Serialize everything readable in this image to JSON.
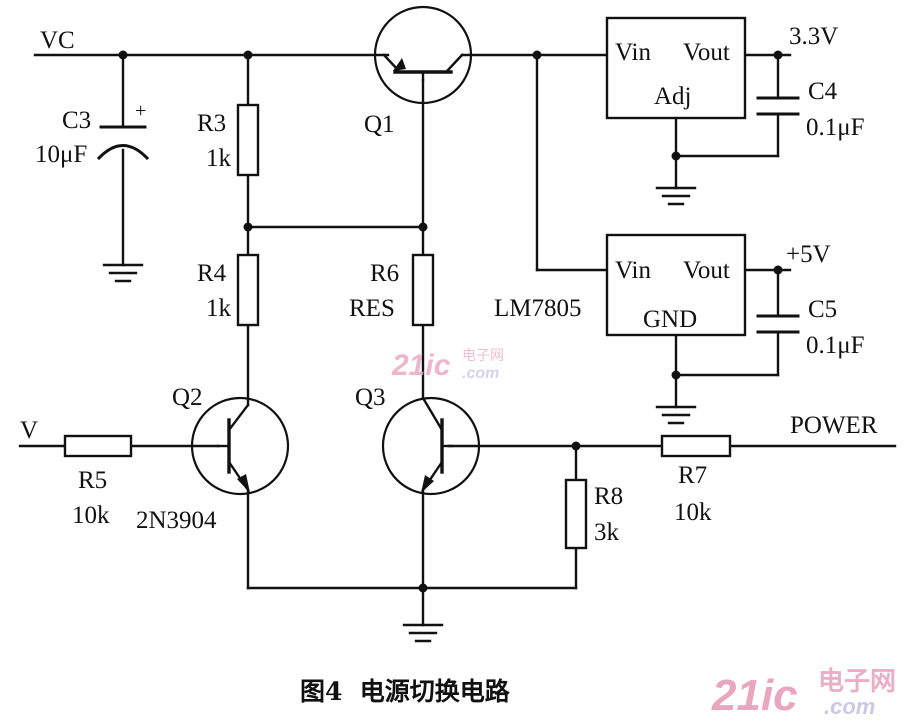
{
  "labels": {
    "vc": "VC",
    "c3": "C3",
    "c3_plus": "+",
    "c3_val": "10μF",
    "r3": "R3",
    "r3_val": "1k",
    "q1": "Q1",
    "r4": "R4",
    "r4_val": "1k",
    "r6": "R6",
    "r6_val": "RES",
    "q2": "Q2",
    "q3": "Q3",
    "v_in": "V",
    "r5": "R5",
    "r5_val": "10k",
    "q2_part": "2N3904",
    "r8": "R8",
    "r8_val": "3k",
    "r7": "R7",
    "r7_val": "10k",
    "power": "POWER",
    "lm7805": "LM7805",
    "v33": "3.3V",
    "v5": "+5V",
    "c4": "C4",
    "c4_val": "0.1μF",
    "c5": "C5",
    "c5_val": "0.1μF"
  },
  "regulators": [
    {
      "vin": "Vin",
      "vout": "Vout",
      "pin": "Adj"
    },
    {
      "vin": "Vin",
      "vout": "Vout",
      "pin": "GND"
    }
  ],
  "caption": "图4  电源切换电路",
  "watermark": {
    "brand": "21ic",
    "cn": "电子网",
    "domain": ".com"
  }
}
